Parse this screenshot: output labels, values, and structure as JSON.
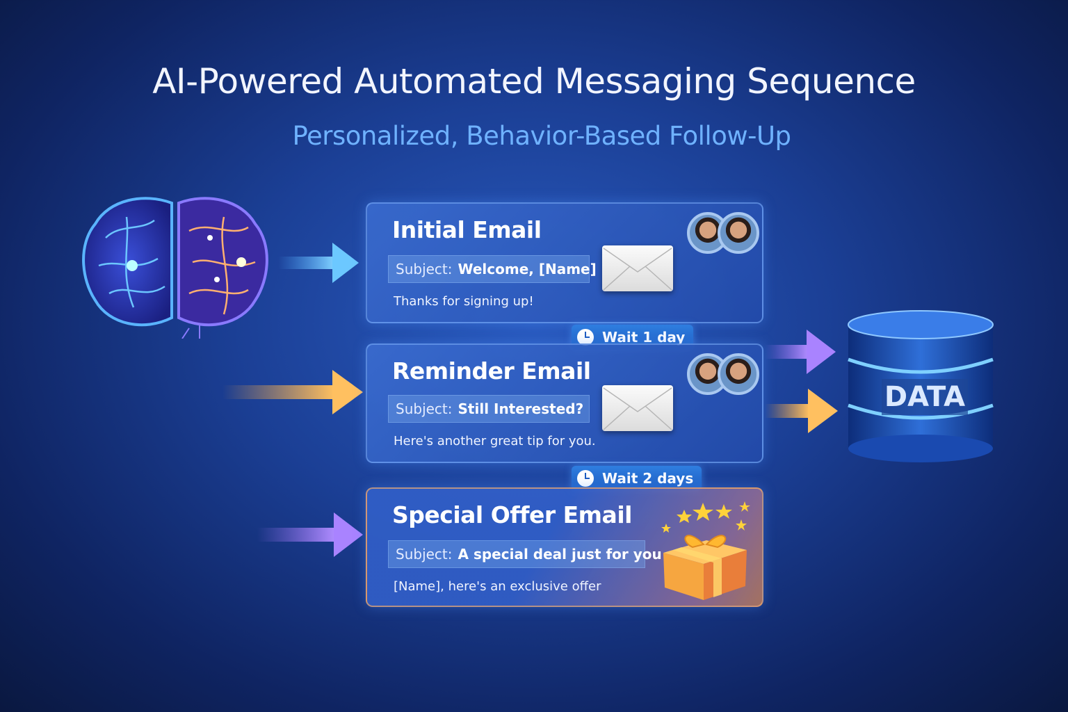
{
  "header": {
    "title": "AI-Powered Automated Messaging Sequence",
    "subtitle": "Personalized, Behavior-Based Follow-Up"
  },
  "steps": [
    {
      "title": "Initial Email",
      "subject_label": "Subject:",
      "subject": "Welcome, [Name]",
      "body": "Thanks for signing up!",
      "icon": "envelope-icon"
    },
    {
      "title": "Reminder Email",
      "subject_label": "Subject:",
      "subject": "Still Interested?",
      "body": "Here's another great tip for you.",
      "icon": "envelope-icon"
    },
    {
      "title": "Special Offer Email",
      "subject_label": "Subject:",
      "subject": "A special deal just for you",
      "body": "[Name], here's an exclusive offer",
      "icon": "gift-icon"
    }
  ],
  "waits": [
    {
      "label": "Wait 1 day",
      "icon": "clock-icon"
    },
    {
      "label": "Wait 2 days",
      "icon": "clock-icon"
    }
  ],
  "database": {
    "label": "DATA"
  },
  "colors": {
    "accent": "#6fb2ff",
    "orange": "#f5a23a",
    "purple": "#9a6cf0",
    "blue": "#4aa8ff"
  }
}
